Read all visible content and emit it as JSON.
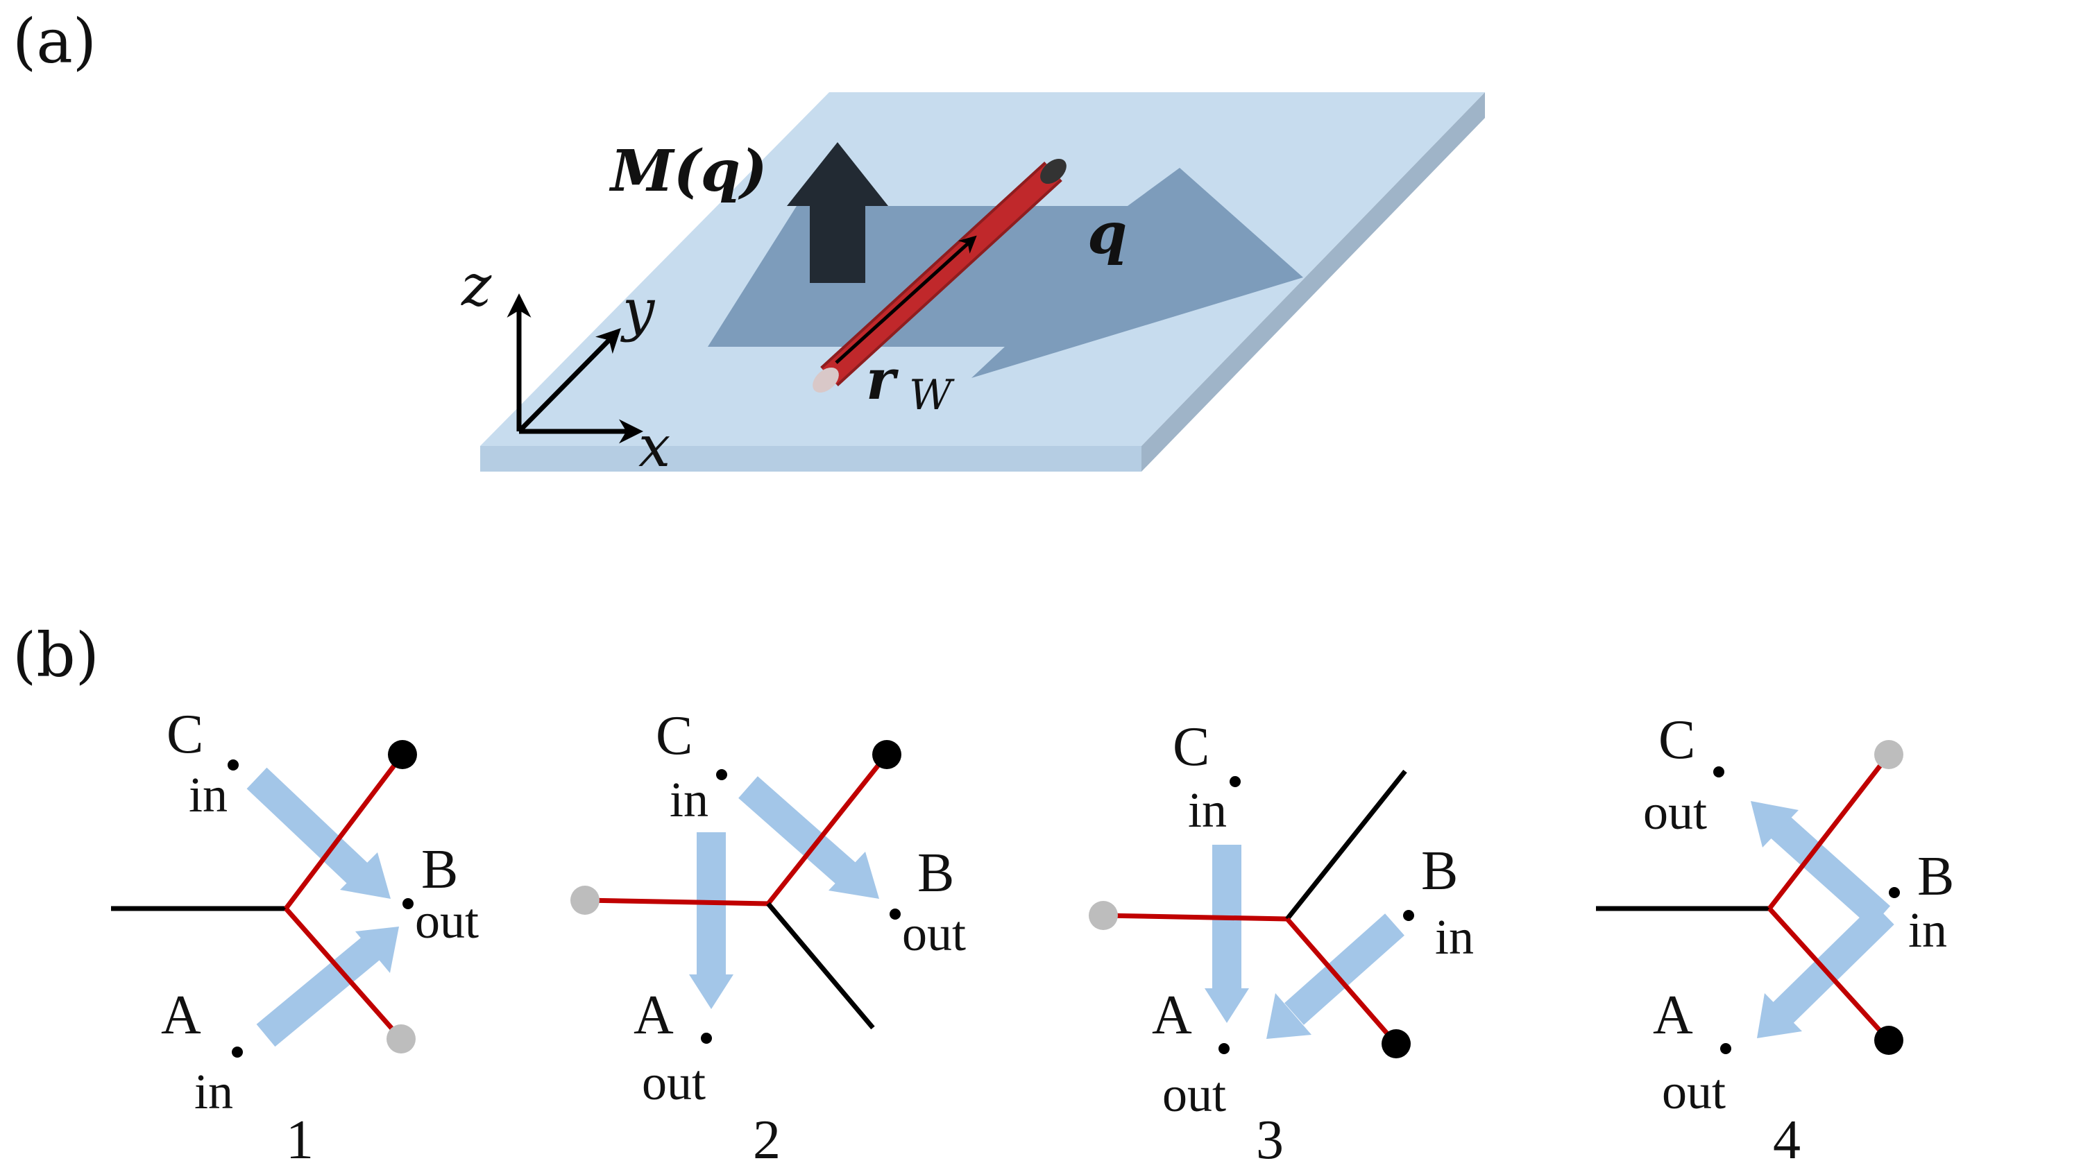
{
  "panel_a": {
    "label": "(a)",
    "magnetization_label": "M(q)",
    "wavevector_label": "q",
    "position_label": "r",
    "position_subscript": "W",
    "axes": {
      "x": "x",
      "y": "y",
      "z": "z"
    },
    "colors": {
      "slab_top": "#c7dcee",
      "slab_side": "#9fb4c8",
      "q_arrow": "#7d9cbb",
      "m_arrow": "#222a33",
      "rod": "#c0282b"
    }
  },
  "panel_b": {
    "label": "(b)",
    "colors": {
      "red_line": "#c00000",
      "black_line": "#000000",
      "flow_arrow": "#a3c6e8",
      "grey_dot": "#bdbdbd"
    },
    "configs": [
      {
        "number": "1",
        "C": {
          "name": "C",
          "role": "in"
        },
        "B": {
          "name": "B",
          "role": "out"
        },
        "A": {
          "name": "A",
          "role": "in"
        }
      },
      {
        "number": "2",
        "C": {
          "name": "C",
          "role": "in"
        },
        "B": {
          "name": "B",
          "role": "out"
        },
        "A": {
          "name": "A",
          "role": "out"
        }
      },
      {
        "number": "3",
        "C": {
          "name": "C",
          "role": "in"
        },
        "B": {
          "name": "B",
          "role": "in"
        },
        "A": {
          "name": "A",
          "role": "out"
        }
      },
      {
        "number": "4",
        "C": {
          "name": "C",
          "role": "out"
        },
        "B": {
          "name": "B",
          "role": "in"
        },
        "A": {
          "name": "A",
          "role": "out"
        }
      }
    ]
  }
}
